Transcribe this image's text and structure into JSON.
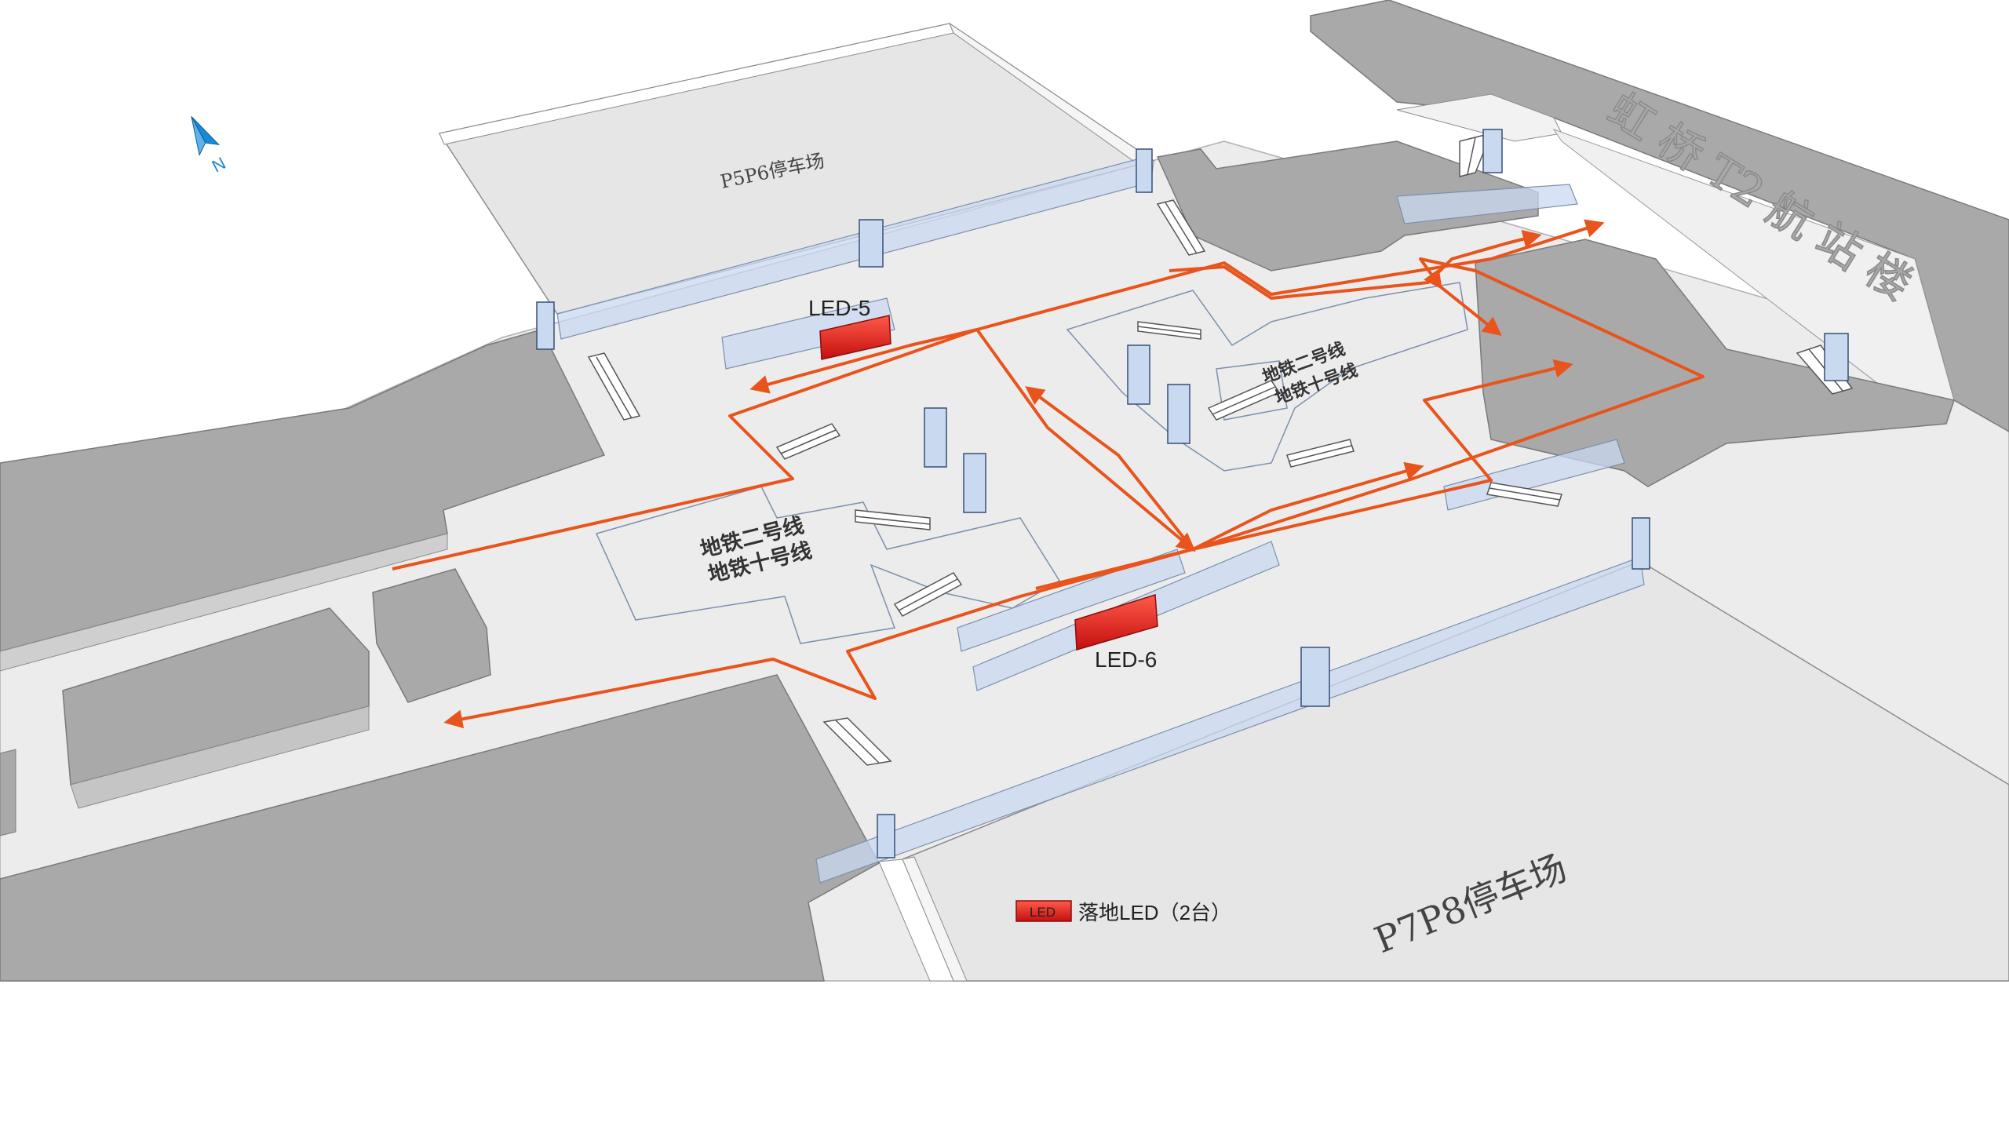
{
  "compass": {
    "label": "N",
    "color": "#1a8ad4"
  },
  "parking": {
    "north": "P5P6停车场",
    "south": "P7P8停车场"
  },
  "terminal": {
    "name": "虹 桥 T2 航 站 楼"
  },
  "metro": {
    "west_line_a": "地铁二号线",
    "west_line_b": "地铁十号线",
    "east_line_a": "地铁二号线",
    "east_line_b": "地铁十号线"
  },
  "led_screens": [
    {
      "id": "LED-5",
      "label": "LED-5"
    },
    {
      "id": "LED-6",
      "label": "LED-6"
    }
  ],
  "legend": {
    "swatch_text": "LED",
    "text": "落地LED（2台）"
  },
  "colors": {
    "route": "#e8541c",
    "led": "#e01e1e",
    "building": "#a9a9a9",
    "floor": "#ececec",
    "glass": "#c9daf0"
  }
}
